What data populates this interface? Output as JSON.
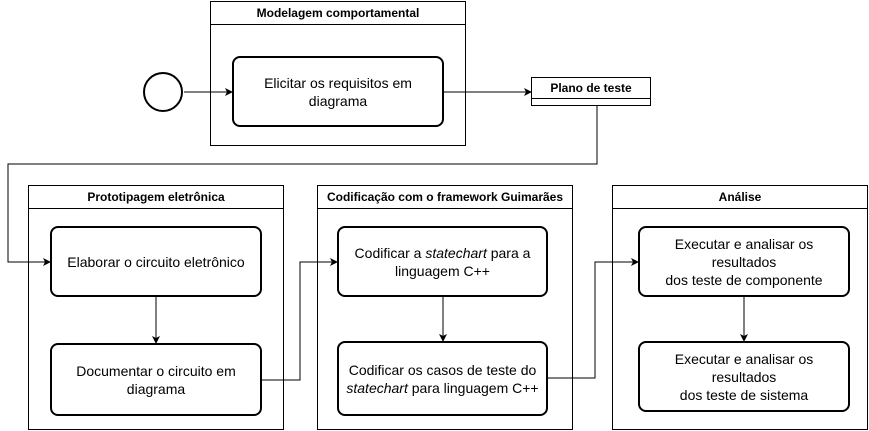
{
  "lanes": {
    "behavioral": "Modelagem comportamental",
    "prototyping": "Prototipagem eletrônica",
    "coding": "Codificação com o framework Guimarães",
    "analysis": "Análise"
  },
  "object_node": {
    "label": "Plano de teste"
  },
  "actions": {
    "elicit": {
      "line1": "Elicitar os requisitos em",
      "line2": "diagrama"
    },
    "elaborate": {
      "line1": "Elaborar o circuito eletrônico"
    },
    "document": {
      "line1": "Documentar o circuito em",
      "line2": "diagrama"
    },
    "code_statechart": {
      "pre": "Codificar a ",
      "em": "statechart",
      "post": " para a",
      "line2": "linguagem C++"
    },
    "code_tests": {
      "line1": "Codificar os casos de teste do",
      "em": "statechart",
      "post": " para linguagem C++"
    },
    "run_component": {
      "line1": "Executar e analisar os resultados",
      "line2": "dos teste de componente"
    },
    "run_system": {
      "line1": "Executar e analisar os resultados",
      "line2": "dos teste de sistema"
    }
  }
}
